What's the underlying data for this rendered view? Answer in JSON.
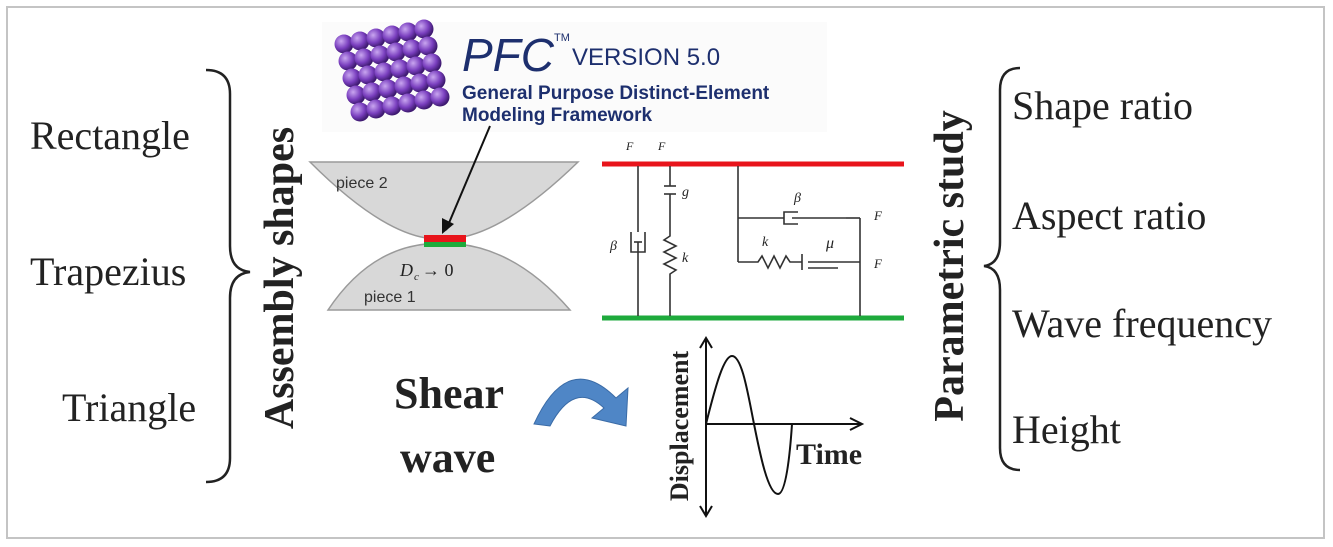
{
  "assembly": {
    "title": "Assembly shapes",
    "items": [
      "Rectangle",
      "Trapezius",
      "Triangle"
    ]
  },
  "parametric": {
    "title": "Parametric study",
    "items": [
      "Shape  ratio",
      "Aspect ratio",
      "Wave frequency",
      "Height"
    ]
  },
  "pfc": {
    "title": "PFC",
    "tm": "TM",
    "version": "VERSION 5.0",
    "subtitle_line1": "General Purpose Distinct-Element",
    "subtitle_line2": "Modeling Framework"
  },
  "contact": {
    "piece_top": "piece 2",
    "piece_bottom": "piece 1",
    "gap_label": "D",
    "gap_sub": "c",
    "gap_limit": "→ 0"
  },
  "rheology": {
    "force_n_1": "F",
    "force_n_2": "F",
    "g_label": "g",
    "beta_n": "β",
    "k_n": "k",
    "beta_s": "β",
    "k_s": "k",
    "mu": "μ",
    "force_s_1": "F",
    "force_s_2": "F",
    "colors": {
      "top_plate": "#e8141b",
      "bottom_plate": "#1eaa3c"
    }
  },
  "shear": {
    "line1": "Shear",
    "line2": "wave",
    "arrow_color": "#4f86c6"
  },
  "waveplot": {
    "xlabel": "Time",
    "ylabel": "Displacement"
  }
}
